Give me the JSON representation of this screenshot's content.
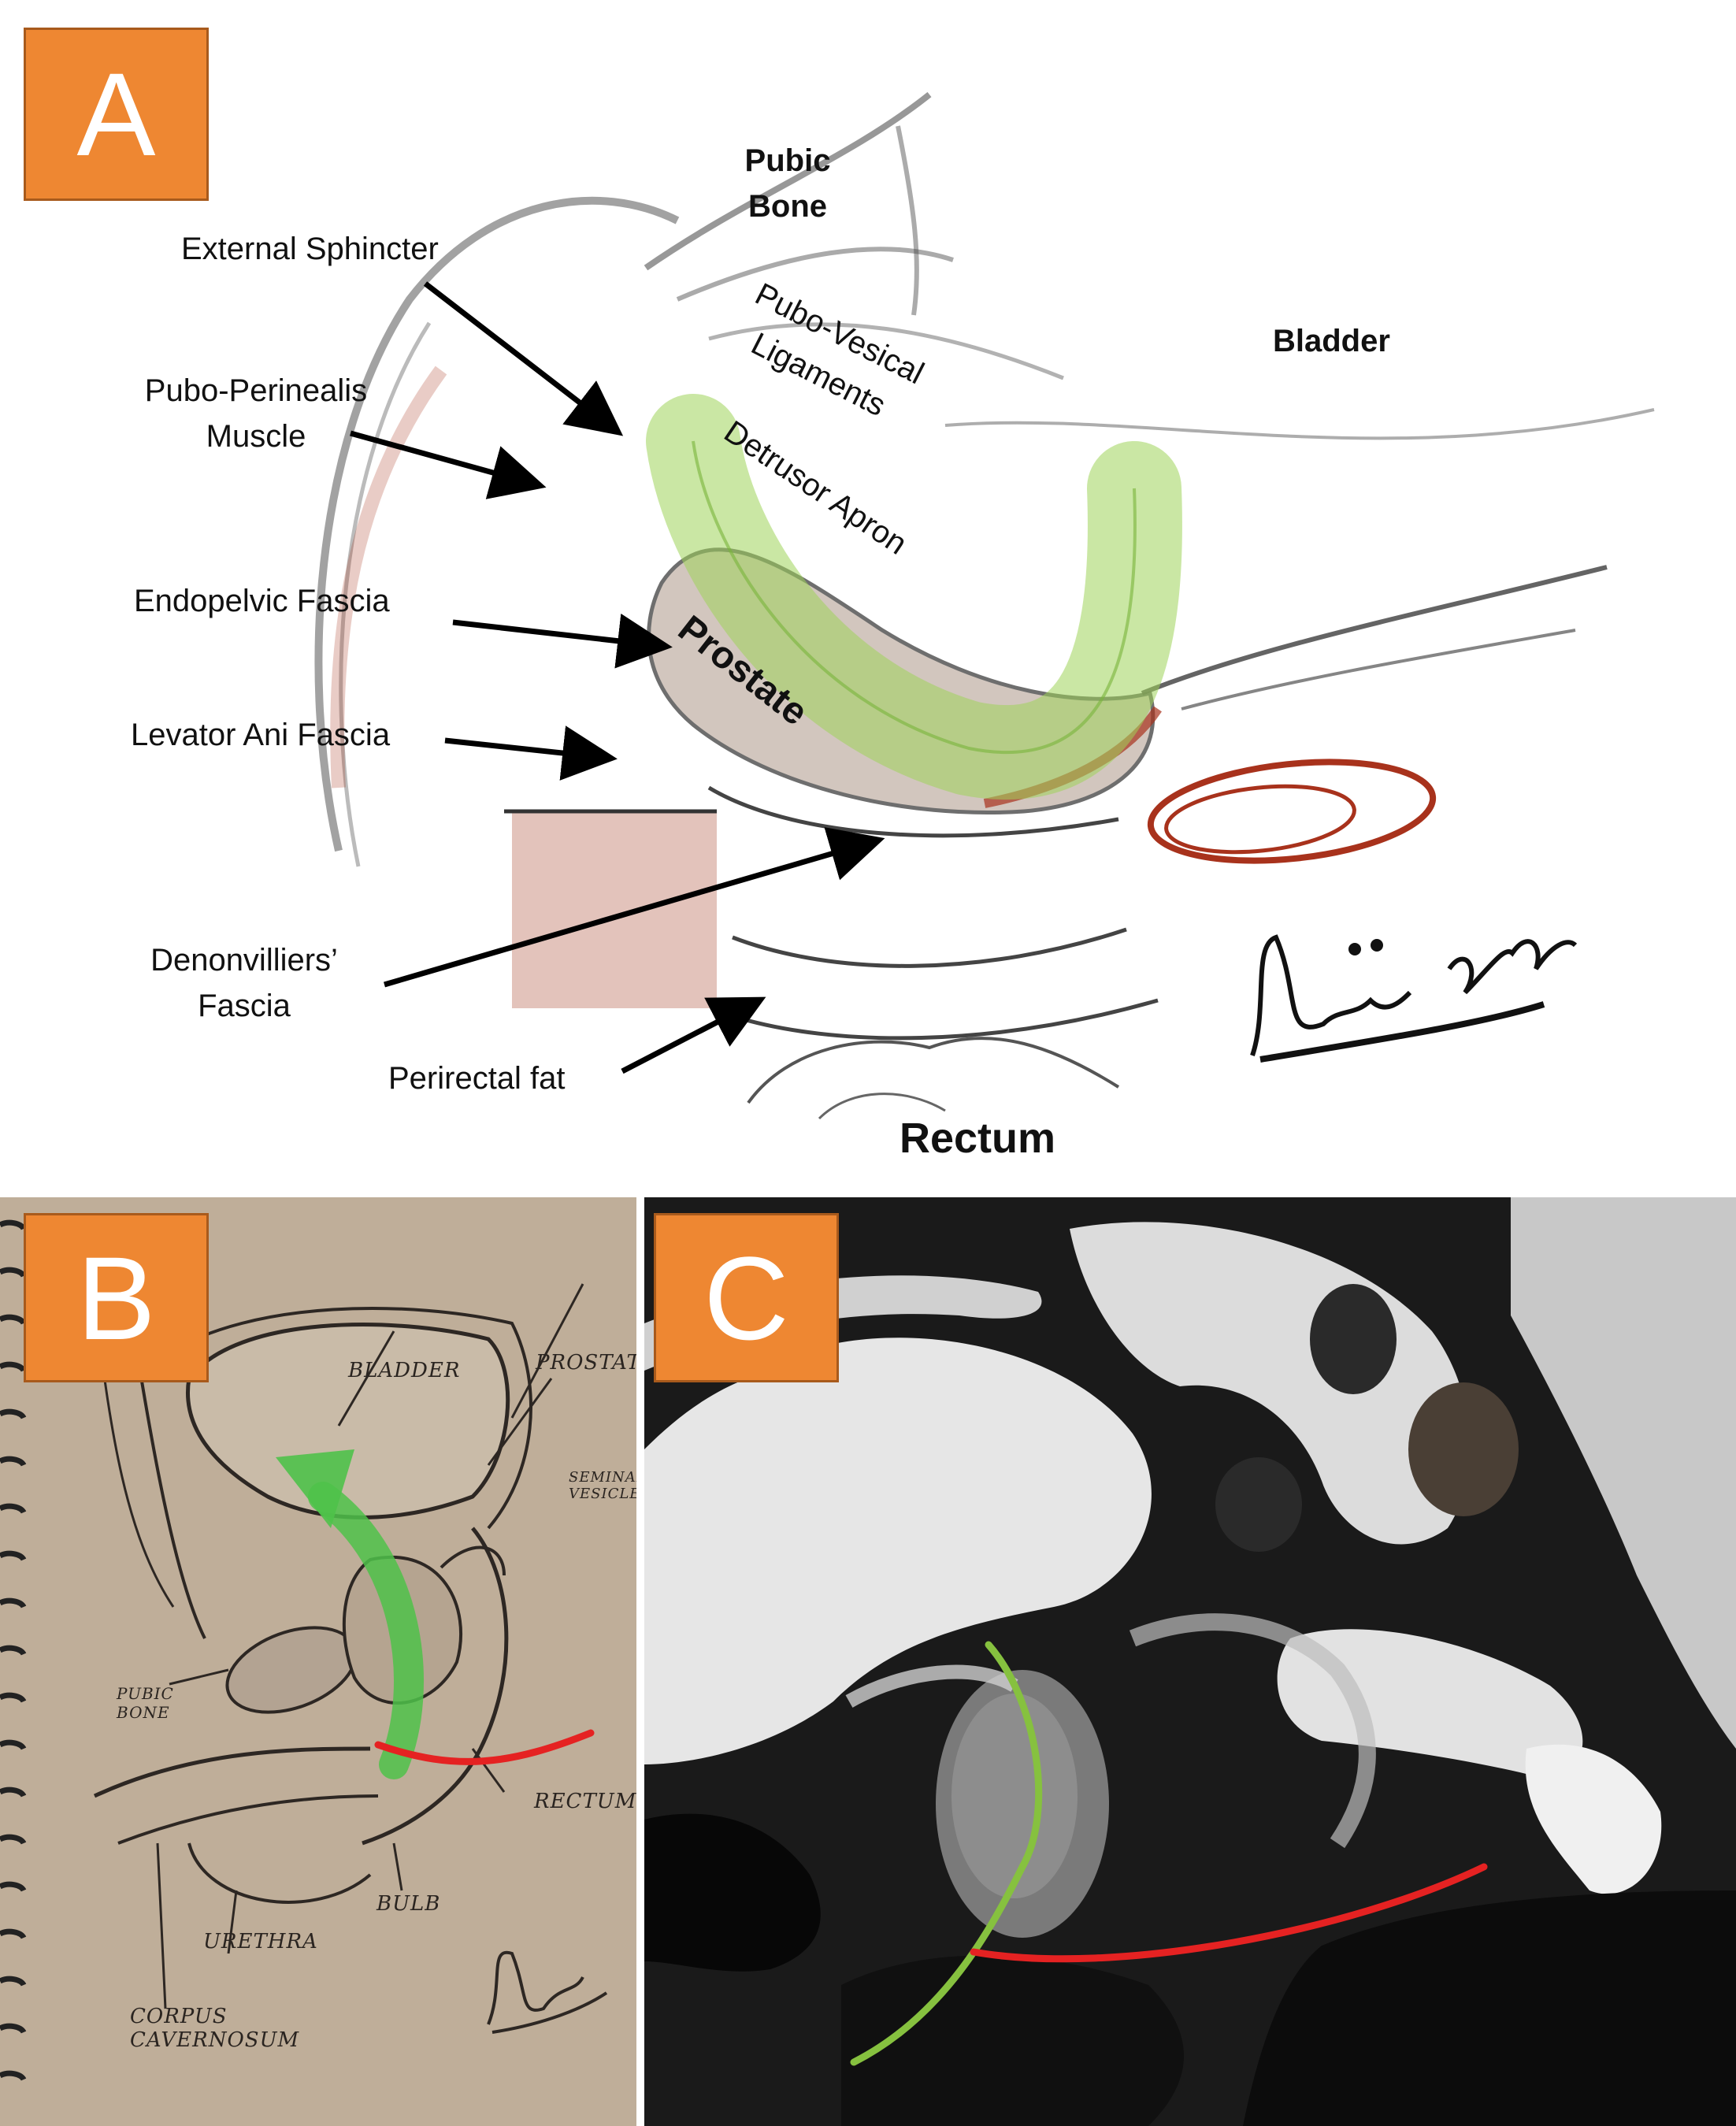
{
  "panels": [
    {
      "id": "A",
      "badge": "A"
    },
    {
      "id": "B",
      "badge": "B"
    },
    {
      "id": "C",
      "badge": "C"
    }
  ],
  "panel_a": {
    "labels": {
      "pubic_bone_line1": "Pubic",
      "pubic_bone_line2": "Bone",
      "bladder": "Bladder",
      "pubo_vesical_line1": "Pubo-Vesical",
      "pubo_vesical_line2": "Ligaments",
      "detrusor_apron": "Detrusor Apron",
      "prostate": "Prostate",
      "external_sphincter": "External Sphincter",
      "pubo_perinealis_line1": "Pubo-Perinealis",
      "pubo_perinealis_line2": "Muscle",
      "endopelvic_fascia": "Endopelvic Fascia",
      "levator_ani_fascia": "Levator Ani Fascia",
      "denonvilliers_line1": "Denonvilliers’",
      "denonvilliers_line2": "Fascia",
      "perirectal_fat": "Perirectal fat",
      "rectum": "Rectum"
    }
  },
  "panel_b": {
    "labels": {
      "bladder": "BLADDER",
      "prostate": "PROSTATE",
      "seminal_line1": "SEMINAL",
      "seminal_line2": "VESICLE",
      "pubic_line1": "PUBIC",
      "pubic_line2": "BONE",
      "rectum": "RECTUM",
      "bulb": "BULB",
      "urethra": "URETHRA",
      "corpus_line1": "CORPUS",
      "corpus_line2": "CAVERNOSUM"
    }
  },
  "colors": {
    "badge": "#ee8732",
    "green_line": "#86c13f",
    "red_line": "#e52222",
    "sketch_red": "#a8321c"
  }
}
